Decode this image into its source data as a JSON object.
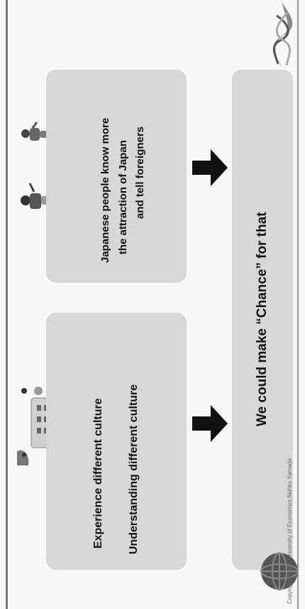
{
  "boxes": {
    "japanese": {
      "line1": "Japanese people know more",
      "line2": "the attraction of Japan",
      "line3": "and tell foreigners"
    },
    "culture": {
      "experience": "Experience different culture",
      "understanding": "Understanding different culture"
    },
    "conclusion": {
      "text": "We could make “Chance” for that"
    }
  },
  "footer": {
    "copyright": "Copyright Osaka University of Economics Akihiro Yamada"
  },
  "icons": [
    "people-illustration",
    "meeting-illustration",
    "arrow-icon",
    "globe-logo",
    "swirl-logo"
  ],
  "colors": {
    "box": "#d7d7d7",
    "arrow": "#111111",
    "text": "#111111"
  }
}
